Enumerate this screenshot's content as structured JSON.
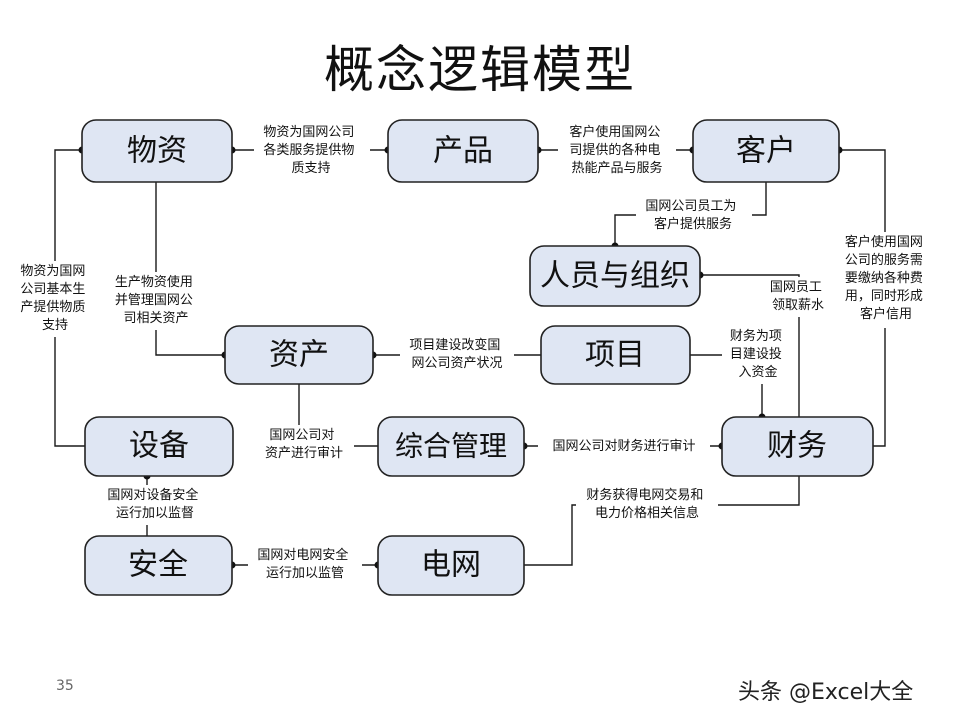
{
  "title": "概念逻辑模型",
  "page_number": "35",
  "watermark": "头条 @Excel大全",
  "nodes": {
    "wuzi": "物资",
    "chanpin": "产品",
    "kehu": "客户",
    "renyuan": "人员与组织",
    "zichan": "资产",
    "xiangmu": "项目",
    "shebei": "设备",
    "zonghe": "综合管理",
    "caiwu": "财务",
    "anquan": "安全",
    "dianwang": "电网"
  },
  "edges": {
    "wuzi_chanpin": [
      "物资为国网公司",
      "各类服务提供物",
      "质支持"
    ],
    "chanpin_kehu": [
      "客户使用国网公",
      "司提供的各种电",
      "热能产品与服务"
    ],
    "kehu_renyuan": [
      "国网公司员工为",
      "客户提供服务"
    ],
    "wuzi_shebei": [
      "物资为国网",
      "公司基本生",
      "产提供物质",
      "支持"
    ],
    "wuzi_zichan": [
      "生产物资使用",
      "并管理国网公",
      "司相关资产"
    ],
    "kehu_caiwu": [
      "客户使用国网",
      "公司的服务需",
      "要缴纳各种费",
      "用，同时形成",
      "客户信用"
    ],
    "renyuan_caiwu": [
      "国网员工",
      "领取薪水"
    ],
    "xiangmu_zichan": [
      "项目建设改变国",
      "网公司资产状况"
    ],
    "caiwu_xiangmu": [
      "财务为项",
      "目建设投",
      "入资金"
    ],
    "zichan_zonghe": [
      "国网公司对",
      "资产进行审计"
    ],
    "zonghe_caiwu": [
      "国网公司对财务进行审计"
    ],
    "shebei_anquan": [
      "国网对设备安全",
      "运行加以监督"
    ],
    "caiwu_dianwang": [
      "财务获得电网交易和",
      "电力价格相关信息"
    ],
    "anquan_dianwang": [
      "国网对电网安全",
      "运行加以监管"
    ]
  }
}
